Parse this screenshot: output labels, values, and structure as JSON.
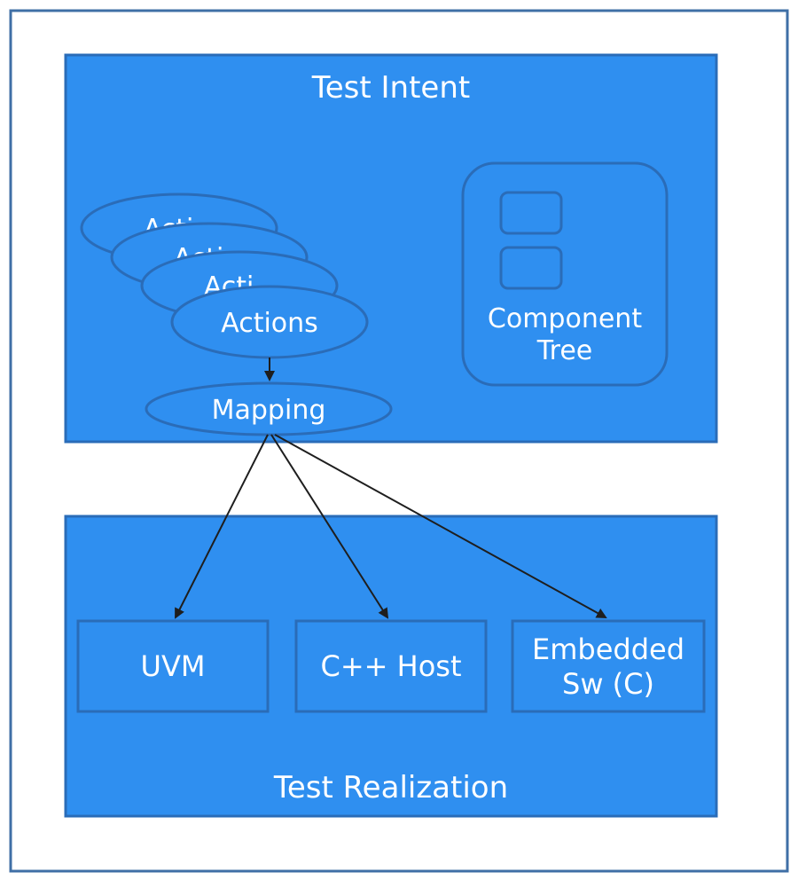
{
  "test_intent": {
    "title": "Test Intent",
    "actions_label": "Actions",
    "action_stack_partial_labels": [
      "Acti",
      "Acti",
      "Acti"
    ],
    "mapping_label": "Mapping",
    "component_tree_line1": "Component",
    "component_tree_line2": "Tree"
  },
  "test_realization": {
    "title": "Test Realization",
    "targets": [
      {
        "line1": "UVM",
        "line2": ""
      },
      {
        "line1": "C++ Host",
        "line2": ""
      },
      {
        "line1": "Embedded",
        "line2": "Sw (C)"
      }
    ]
  },
  "colors": {
    "fill": "#2f8ff0",
    "stroke": "#2a6cb8",
    "frame": "#3f6fa6",
    "arrow": "#1e1e1e",
    "text": "#ffffff"
  }
}
